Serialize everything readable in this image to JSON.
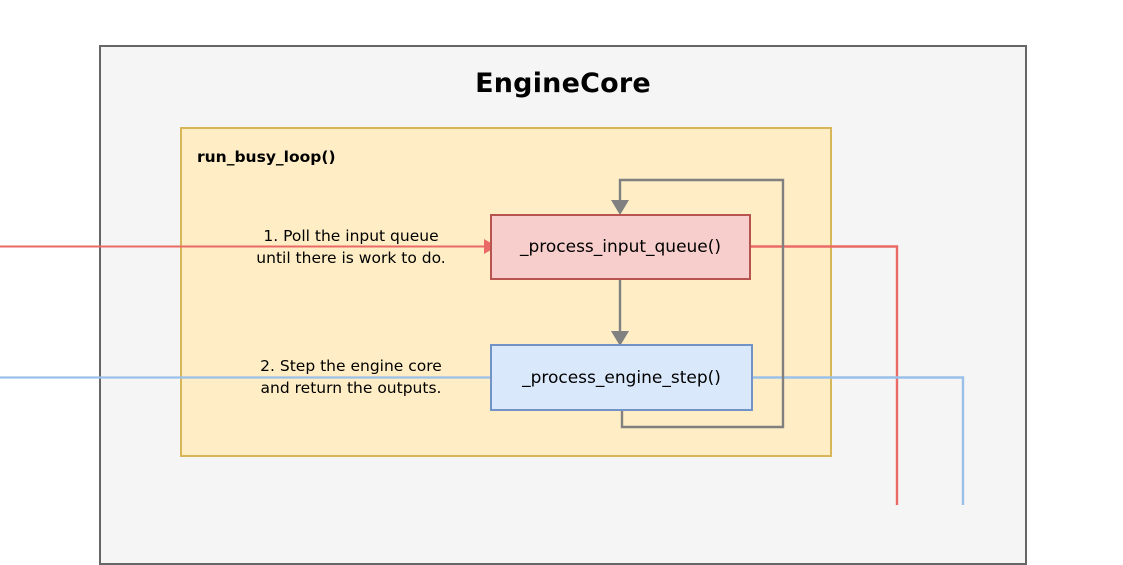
{
  "diagram": {
    "title": "EngineCore",
    "subsystem": {
      "label": "run_busy_loop()"
    },
    "nodes": [
      {
        "id": "process-input-queue",
        "label": "_process_input_queue()",
        "fill": "#f8cecc",
        "stroke": "#b85450"
      },
      {
        "id": "process-engine-step",
        "label": "_process_engine_step()",
        "fill": "#dae8fc",
        "stroke": "#7193c8"
      }
    ],
    "annotations": [
      {
        "id": "step-1",
        "text": "1. Poll the input queue\nuntil there is work to do."
      },
      {
        "id": "step-2",
        "text": "2. Step the engine core\nand return the outputs."
      }
    ],
    "colors": {
      "container_fill": "#f5f5f5",
      "container_stroke": "#666666",
      "loop_fill": "#ffeec5",
      "loop_stroke": "#d6b656",
      "flow_arrow": "#808080",
      "input_wire": "#ea6b66",
      "output_wire": "#9ac0ea"
    }
  }
}
